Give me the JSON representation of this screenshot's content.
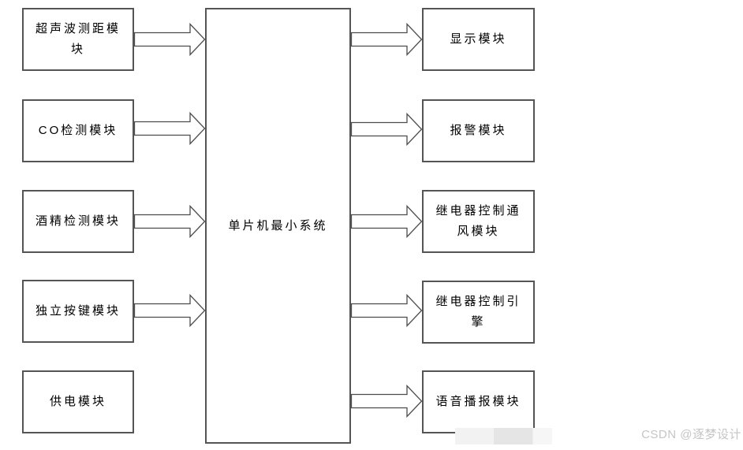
{
  "diagram": {
    "center_module": {
      "label": "单片机最小系统"
    },
    "input_modules": [
      {
        "label": "超声波测距模块",
        "arrow_to_center": true
      },
      {
        "label": "CO检测模块",
        "arrow_to_center": true
      },
      {
        "label": "酒精检测模块",
        "arrow_to_center": true
      },
      {
        "label": "独立按键模块",
        "arrow_to_center": true
      },
      {
        "label": "供电模块",
        "arrow_to_center": false
      }
    ],
    "output_modules": [
      {
        "label": "显示模块",
        "arrow_from_center": true
      },
      {
        "label": "报警模块",
        "arrow_from_center": true
      },
      {
        "label": "继电器控制通风模块",
        "arrow_from_center": true
      },
      {
        "label": "继电器控制引擎",
        "arrow_from_center": true
      },
      {
        "label": "语音播报模块",
        "arrow_from_center": true
      }
    ],
    "watermark": {
      "text": "CSDN @逐梦设计"
    },
    "colors": {
      "background": "#ffffff",
      "box_border": "#555555",
      "arrow_line": "#4d4d4d",
      "text": "#000000",
      "watermark_text": "#c5c5c5"
    }
  }
}
